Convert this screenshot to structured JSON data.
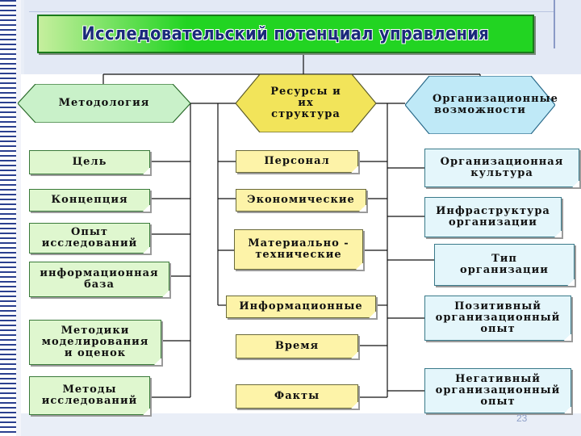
{
  "title": "Исследовательский потенциал управления",
  "columns": {
    "left": {
      "header": "Методология",
      "items": [
        "Цель",
        "Концепция",
        "Опыт исследований",
        "информационная база",
        "Методики моделирования и оценок",
        "Методы исследований"
      ]
    },
    "middle": {
      "header": "Ресурсы и их структура",
      "items": [
        "Персонал",
        "Экономические",
        "Материально - технические",
        "Информационные",
        "Время",
        "Факты"
      ]
    },
    "right": {
      "header": "Организационные возможности",
      "items": [
        "Организационная культура",
        "Инфраструктура организации",
        "Тип организации",
        "Позитивный организационный опыт",
        "Негативный организационный опыт"
      ]
    }
  },
  "page_number": "23",
  "colors": {
    "title_fill": "#22d422",
    "left_fill": "#dff7cf",
    "middle_fill": "#fdf3a8",
    "right_fill": "#e4f6fb",
    "title_text": "#1a2a7a"
  }
}
